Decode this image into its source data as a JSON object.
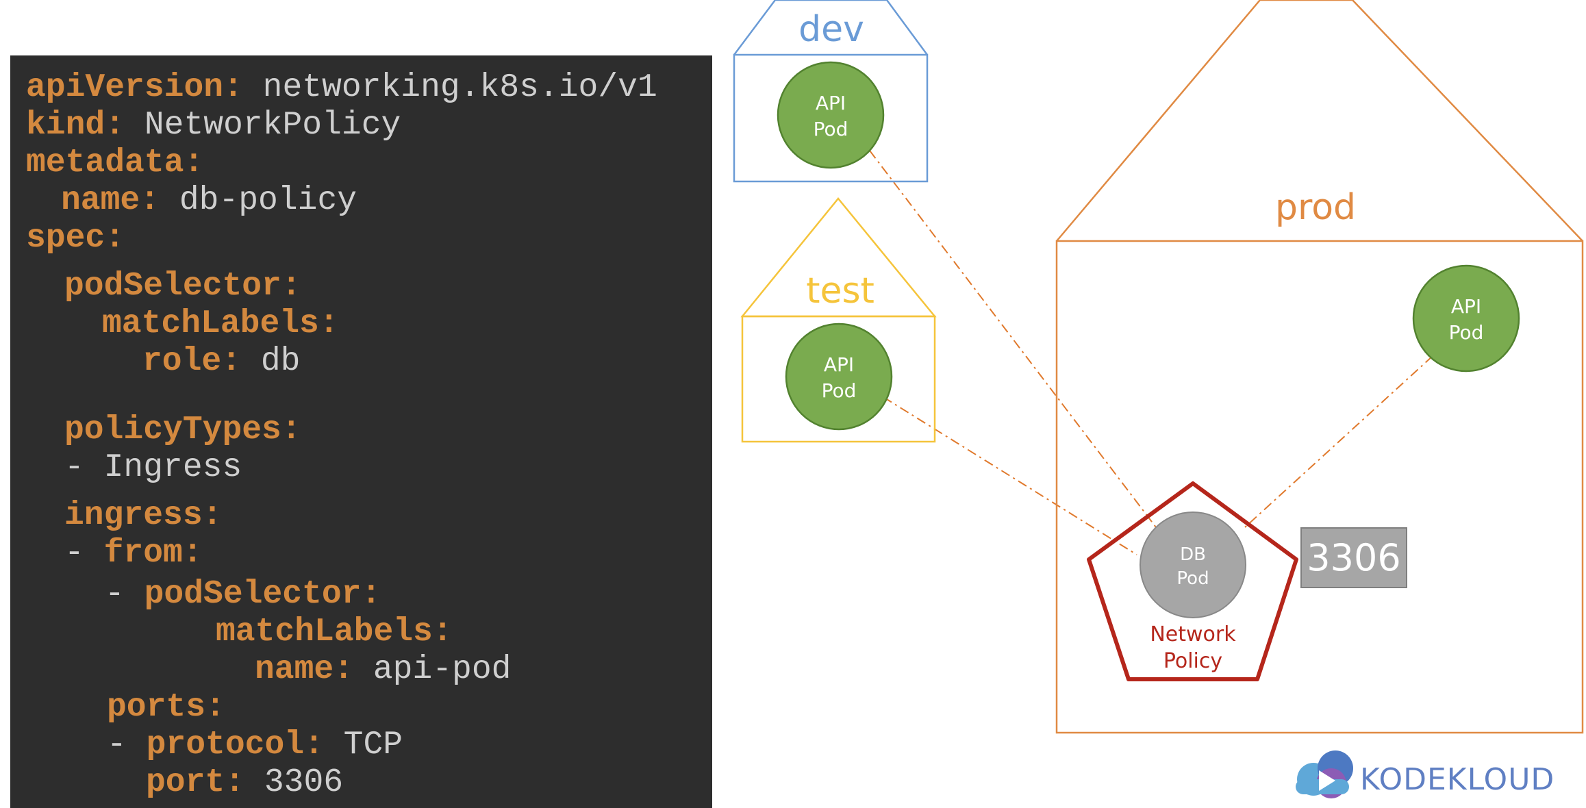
{
  "yaml": {
    "lines": [
      {
        "key": "apiVersion:",
        "value": " networking.k8s.io/v1"
      },
      {
        "key": "kind:",
        "value": " NetworkPolicy"
      },
      {
        "key": "metadata:",
        "value": ""
      },
      {
        "key": "name:",
        "value": " db-policy"
      },
      {
        "key": "spec:",
        "value": ""
      },
      {
        "key": "podSelector:",
        "value": ""
      },
      {
        "key": "matchLabels:",
        "value": ""
      },
      {
        "key": "role:",
        "value": " db"
      },
      {
        "key": "policyTypes:",
        "value": ""
      },
      {
        "key": "",
        "value": "- Ingress"
      },
      {
        "key": "ingress:",
        "value": ""
      },
      {
        "key": "from:",
        "value": "",
        "prefix": "- "
      },
      {
        "key": "podSelector:",
        "value": "",
        "prefix": "- "
      },
      {
        "key": "matchLabels:",
        "value": ""
      },
      {
        "key": "name:",
        "value": " api-pod"
      },
      {
        "key": "ports:",
        "value": ""
      },
      {
        "key": "protocol:",
        "value": " TCP",
        "prefix": "- "
      },
      {
        "key": "port:",
        "value": " 3306"
      }
    ]
  },
  "diagram": {
    "namespaces": {
      "dev": "dev",
      "test": "test",
      "prod": "prod"
    },
    "pods": {
      "dev_api": [
        "API",
        "Pod"
      ],
      "test_api": [
        "API",
        "Pod"
      ],
      "prod_api": [
        "API",
        "Pod"
      ],
      "db": [
        "DB",
        "Pod"
      ]
    },
    "policy_label": [
      "Network",
      "Policy"
    ],
    "port_badge": "3306",
    "colors": {
      "dev": "#6a9bd6",
      "test": "#f5c43b",
      "prod": "#e08a43",
      "pod_green": "#7aab4f",
      "pod_green_border": "#52822f",
      "db_gray": "#a6a6a6",
      "policy_red": "#b5261b",
      "connector": "#e0792c",
      "yaml_key": "#d4893f",
      "yaml_value": "#cfcfcf",
      "code_bg": "#2d2d2d"
    }
  },
  "logo": {
    "brand": "KODEKLOUD",
    "icon": "cloud-play-icon"
  }
}
